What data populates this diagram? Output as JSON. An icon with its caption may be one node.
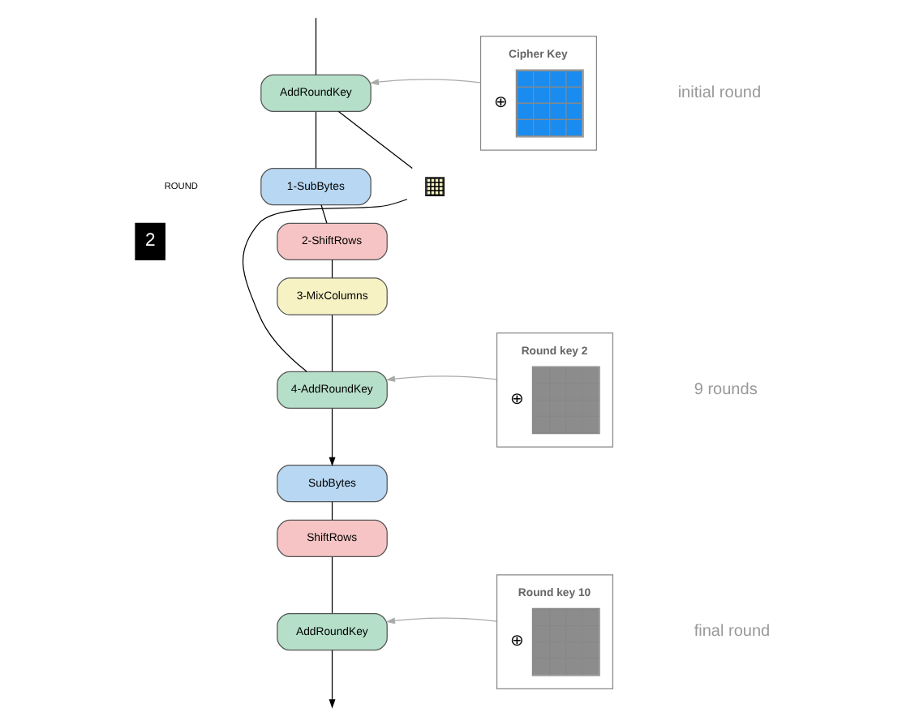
{
  "diagram": {
    "nodes": [
      {
        "text": [
          "AddRoundKey"
        ]
      },
      {
        "text": [
          "Cipher Key",
          "⊕"
        ]
      },
      {
        "text": [],
        "shape": "box"
      },
      {
        "text": [
          "1-SubBytes"
        ]
      },
      {
        "text": [
          "2-ShiftRows"
        ]
      },
      {
        "text": [
          "3-MixColumns"
        ]
      },
      {
        "text": [
          "4-AddRoundKey"
        ]
      },
      {
        "text": [
          "Round key 2",
          "⊕"
        ]
      },
      {
        "text": [
          "SubBytes"
        ]
      },
      {
        "text": [
          "ShiftRows"
        ]
      },
      {
        "text": [
          "AddRoundKey"
        ]
      },
      {
        "text": [
          "Round key 10",
          "⊕"
        ]
      }
    ],
    "edges": [
      {
        "from": null,
        "to": 0,
        "arrow": "none"
      },
      {
        "from": 1,
        "to": 0,
        "arrow": "to",
        "color": "#aaaaaa"
      },
      {
        "from": 0,
        "to": 3,
        "arrow": "none"
      },
      {
        "from": 0,
        "to": 2,
        "arrow": "none"
      },
      {
        "from": 3,
        "to": 4,
        "arrow": "none"
      },
      {
        "from": 4,
        "to": 5,
        "arrow": "none"
      },
      {
        "from": 5,
        "to": 6,
        "arrow": "none"
      },
      {
        "from": 7,
        "to": 6,
        "arrow": "to",
        "color": "#aaaaaa"
      },
      {
        "from": 2,
        "to": 6,
        "arrow": "none"
      },
      {
        "from": 6,
        "to": 8,
        "arrow": "to"
      },
      {
        "from": 8,
        "to": 9,
        "arrow": "none"
      },
      {
        "from": 9,
        "to": 10,
        "arrow": "none"
      },
      {
        "from": 11,
        "to": 10,
        "arrow": "to",
        "color": "#aaaaaa"
      },
      {
        "from": 10,
        "to": null,
        "arrow": "to"
      }
    ],
    "labels": [
      "initial round",
      "ROUND",
      "2",
      "9 rounds",
      "final round"
    ]
  }
}
